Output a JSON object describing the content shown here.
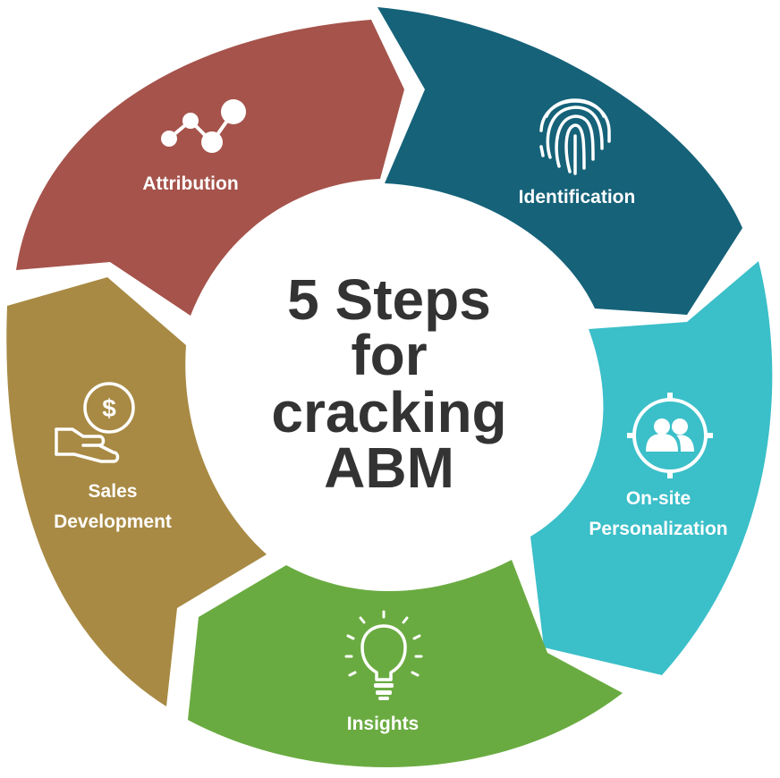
{
  "center": {
    "lines": [
      "5 Steps",
      "for",
      "cracking",
      "ABM"
    ]
  },
  "segments": [
    {
      "id": "attribution",
      "lines": [
        "Attribution"
      ],
      "color": "#a5534b",
      "icon": "connected-nodes-icon"
    },
    {
      "id": "identification",
      "lines": [
        "Identification"
      ],
      "color": "#156279",
      "icon": "fingerprint-icon"
    },
    {
      "id": "personalization",
      "lines": [
        "On-site",
        "Personalization"
      ],
      "color": "#3bbfc9",
      "icon": "users-circle-icon"
    },
    {
      "id": "insights",
      "lines": [
        "Insights"
      ],
      "color": "#6aab41",
      "icon": "lightbulb-icon"
    },
    {
      "id": "sales",
      "lines": [
        "Sales",
        "Development"
      ],
      "color": "#a88a44",
      "icon": "hand-coin-icon"
    }
  ],
  "colors": {
    "center_text": "#333333",
    "background": "#ffffff"
  }
}
